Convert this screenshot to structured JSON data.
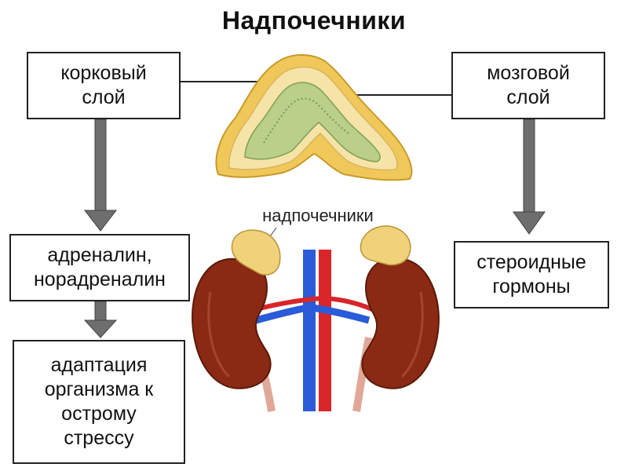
{
  "title": "Надпочечники",
  "cortex_box": "корковый\nслой",
  "medulla_box": "мозговой\nслой",
  "adrenaline_box": "адреналин,\nнорадреналин",
  "adaptation_box": "адаптация\nорганизма к\nострому\nстрессу",
  "steroid_box": "стероидные\nгормоны",
  "illustration_label": "надпочечники",
  "colors": {
    "arrow": "#6e6e6e",
    "arrow_edge": "#444444",
    "cortex_fill": "#f2d47a",
    "medulla_fill": "#b9cf8a",
    "kidney": "#8a2a14",
    "vein": "#2a5bd8",
    "artery": "#d8262a"
  }
}
